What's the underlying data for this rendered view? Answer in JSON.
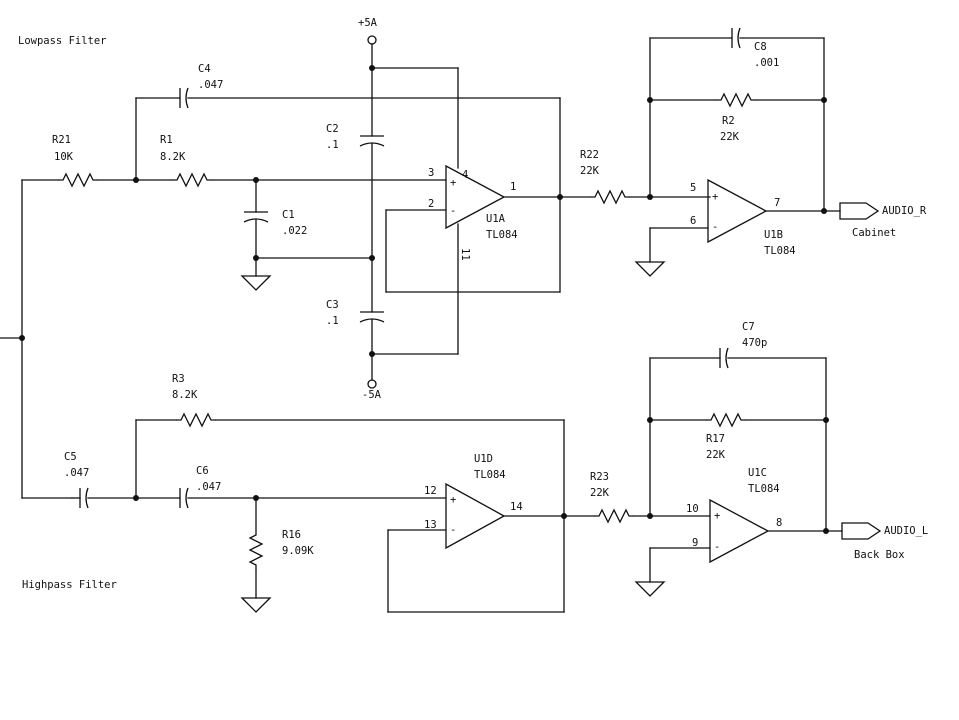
{
  "titles": {
    "lowpass": "Lowpass Filter",
    "highpass": "Highpass Filter"
  },
  "supplies": {
    "positive": "+5A",
    "negative": "-5A"
  },
  "resistors": {
    "R21": {
      "ref": "R21",
      "value": "10K"
    },
    "R1": {
      "ref": "R1",
      "value": "8.2K"
    },
    "R22": {
      "ref": "R22",
      "value": "22K"
    },
    "R2": {
      "ref": "R2",
      "value": "22K"
    },
    "R3": {
      "ref": "R3",
      "value": "8.2K"
    },
    "R16": {
      "ref": "R16",
      "value": "9.09K"
    },
    "R23": {
      "ref": "R23",
      "value": "22K"
    },
    "R17": {
      "ref": "R17",
      "value": "22K"
    }
  },
  "capacitors": {
    "C4": {
      "ref": "C4",
      "value": ".047"
    },
    "C2": {
      "ref": "C2",
      "value": ".1"
    },
    "C1": {
      "ref": "C1",
      "value": ".022"
    },
    "C3": {
      "ref": "C3",
      "value": ".1"
    },
    "C8": {
      "ref": "C8",
      "value": ".001"
    },
    "C5": {
      "ref": "C5",
      "value": ".047"
    },
    "C6": {
      "ref": "C6",
      "value": ".047"
    },
    "C7": {
      "ref": "C7",
      "value": "470p"
    }
  },
  "opamps": {
    "U1A": {
      "ref": "U1A",
      "part": "TL084",
      "in_plus": "3",
      "in_minus": "2",
      "out": "1",
      "supply_plus": "4",
      "supply_minus": "11"
    },
    "U1B": {
      "ref": "U1B",
      "part": "TL084",
      "in_plus": "5",
      "in_minus": "6",
      "out": "7"
    },
    "U1D": {
      "ref": "U1D",
      "part": "TL084",
      "in_plus": "12",
      "in_minus": "13",
      "out": "14"
    },
    "U1C": {
      "ref": "U1C",
      "part": "TL084",
      "in_plus": "10",
      "in_minus": "9",
      "out": "8"
    }
  },
  "outputs": {
    "right": {
      "net": "AUDIO_R",
      "destination": "Cabinet"
    },
    "left": {
      "net": "AUDIO_L",
      "destination": "Back Box"
    }
  }
}
